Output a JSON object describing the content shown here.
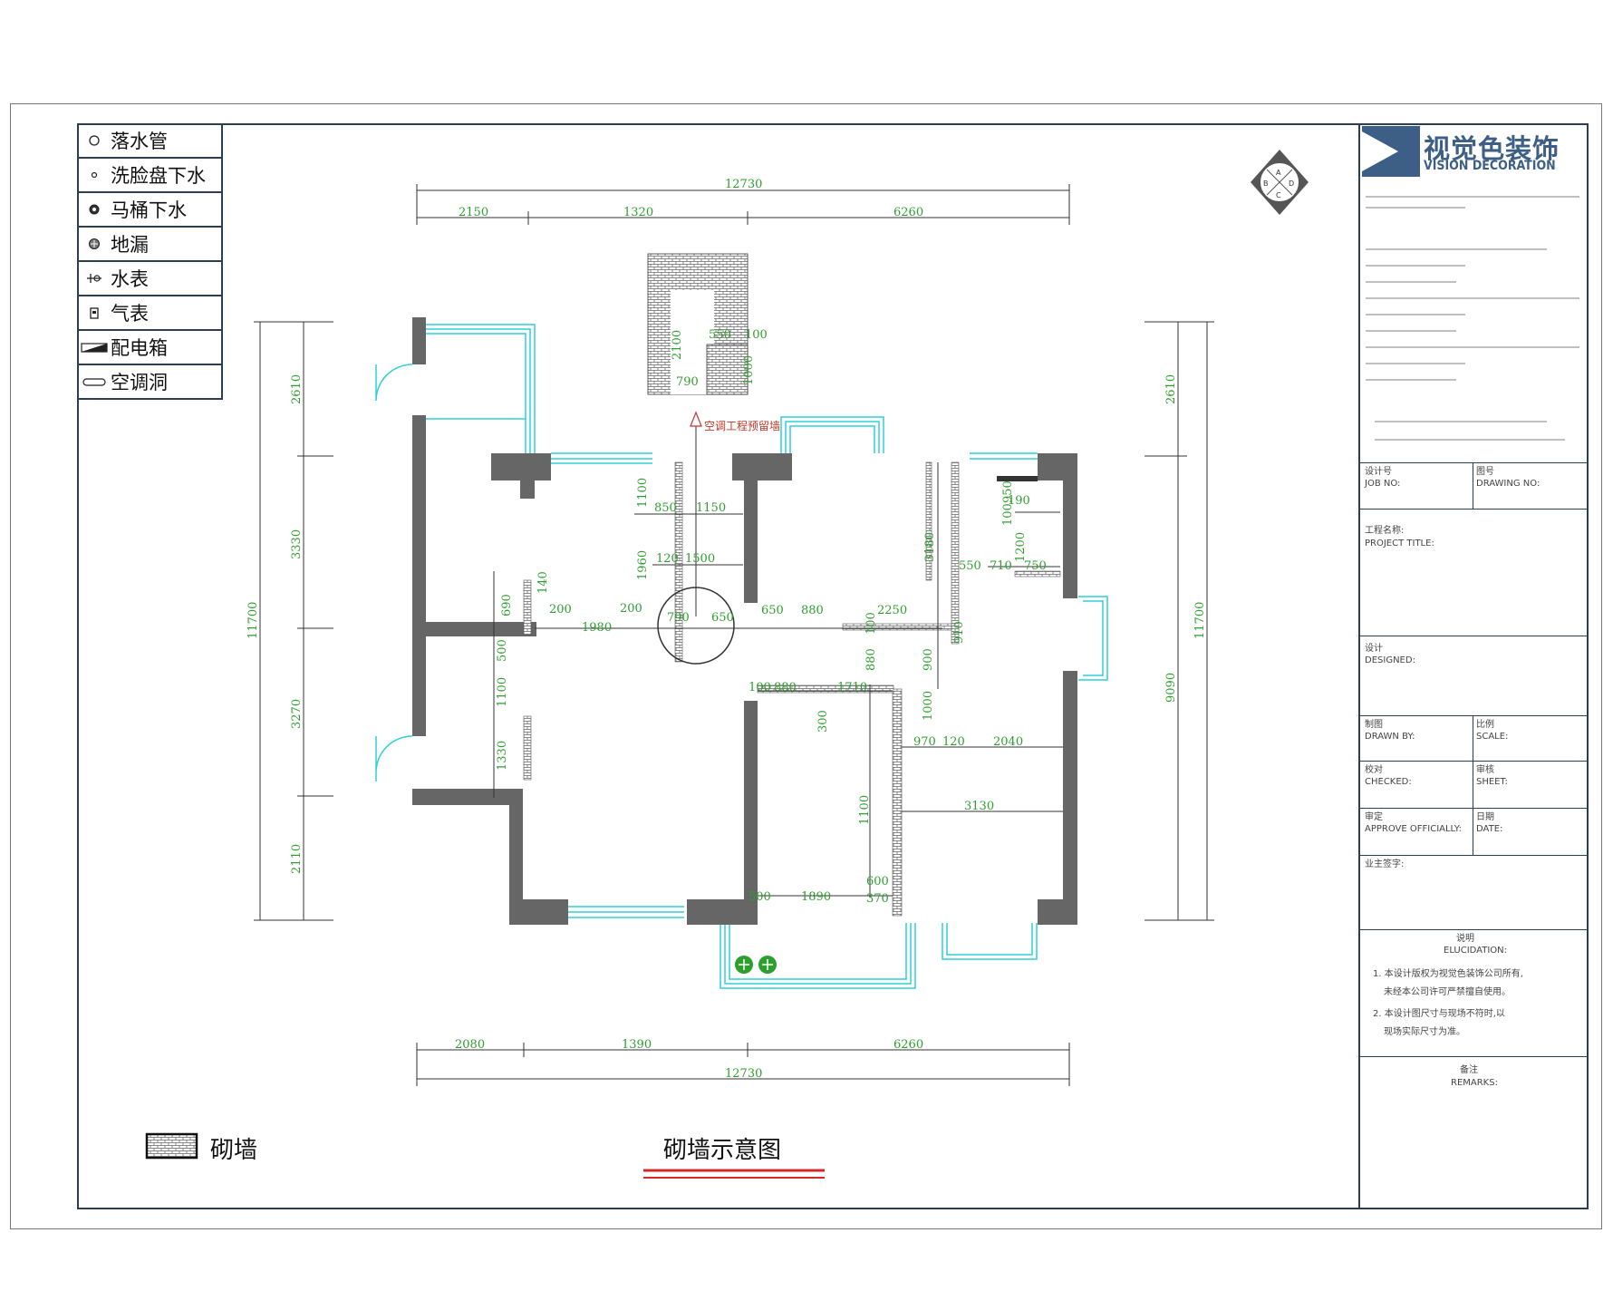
{
  "legend": {
    "items": [
      {
        "icon": "circle-open-icon",
        "label": "落水管"
      },
      {
        "icon": "small-dot-icon",
        "label": "洗脸盘下水"
      },
      {
        "icon": "toilet-drain-icon",
        "label": "马桶下水"
      },
      {
        "icon": "floor-drain-icon",
        "label": "地漏"
      },
      {
        "icon": "water-meter-icon",
        "label": "水表"
      },
      {
        "icon": "gas-meter-icon",
        "label": "气表"
      },
      {
        "icon": "distribution-box-icon",
        "label": "配电箱"
      },
      {
        "icon": "ac-hole-icon",
        "label": "空调洞"
      }
    ]
  },
  "title_block": {
    "logo_cn": "视觉色装饰",
    "logo_en": "VISION DECORATION",
    "job_no_cn": "设计号",
    "job_no_en": "JOB NO:",
    "drawing_no_cn": "图号",
    "drawing_no_en": "DRAWING NO:",
    "project_title_cn": "工程名称:",
    "project_title_en": "PROJECT TITLE:",
    "design_cn": "设计",
    "design_en": "DESIGNED:",
    "drawn_cn": "制图",
    "drawn_en": "DRAWN BY:",
    "scale_cn": "比例",
    "scale_en": "SCALE:",
    "checked_cn": "校对",
    "checked_en": "CHECKED:",
    "sheet_cn": "审核",
    "sheet_en": "SHEET:",
    "approve_cn": "审定",
    "approve_en": "APPROVE OFFICIALLY:",
    "date_cn": "日期",
    "date_en": "DATE:",
    "client_sign": "业主签字:",
    "notes_cn": "说明",
    "notes_en": "ELUCIDATION:",
    "note1a": "1. 本设计版权为视觉色装饰公司所有,",
    "note1b": "未经本公司许可严禁擅自使用。",
    "note2a": "2. 本设计图尺寸与现场不符时,以",
    "note2b": "现场实际尺寸为准。",
    "remarks_cn": "备注",
    "remarks_en": "REMARKS:"
  },
  "compass": {
    "a": "A",
    "b": "B",
    "c": "C",
    "d": "D"
  },
  "plan": {
    "top_total": "12730",
    "top_segments": [
      "2150",
      "1320",
      "6260"
    ],
    "bottom_total": "12730",
    "bottom_segments": [
      "2080",
      "1390",
      "6260"
    ],
    "left_total": "11700",
    "left_segments": [
      "2610",
      "3330",
      "3270",
      "2110"
    ],
    "right_total": "11700",
    "right_segments": [
      "2610",
      "9090"
    ],
    "inner_dims": [
      "550",
      "100",
      "2100",
      "1000",
      "790",
      "1100",
      "850",
      "1150",
      "1960",
      "120",
      "1500",
      "3180",
      "950",
      "190",
      "100",
      "1200",
      "550",
      "710",
      "750",
      "690",
      "140",
      "200",
      "1980",
      "200",
      "790",
      "650",
      "650",
      "880",
      "2250",
      "910",
      "880",
      "100",
      "900",
      "500",
      "1100",
      "100",
      "880",
      "1710",
      "1000",
      "970",
      "120",
      "2040",
      "1330",
      "1100",
      "3130",
      "500",
      "1890",
      "600",
      "370",
      "300"
    ],
    "red_note": "空调工程预留墙"
  },
  "bottom": {
    "legend_label": "砌墙",
    "drawing_title": "砌墙示意图"
  }
}
